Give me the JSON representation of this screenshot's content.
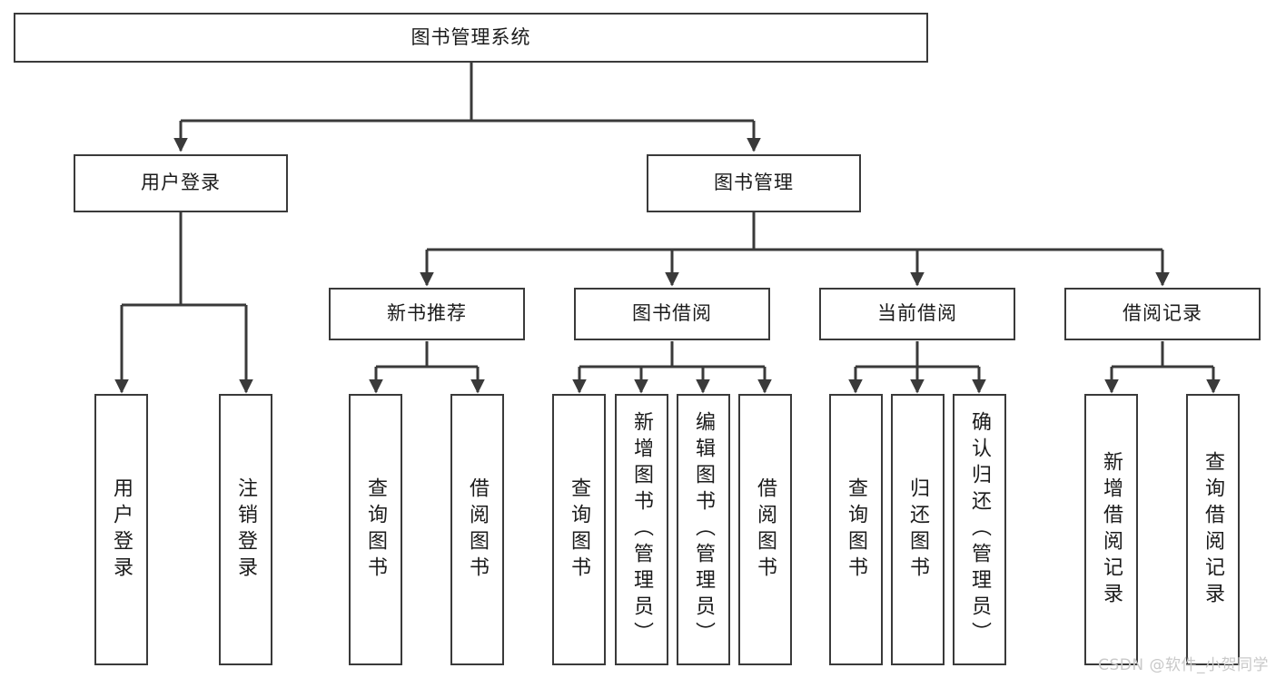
{
  "diagram": {
    "type": "tree-hierarchy",
    "title": "图书管理系统",
    "root": {
      "label": "图书管理系统"
    },
    "level2": [
      {
        "label": "用户登录"
      },
      {
        "label": "图书管理"
      }
    ],
    "level3": [
      {
        "label": "新书推荐"
      },
      {
        "label": "图书借阅"
      },
      {
        "label": "当前借阅"
      },
      {
        "label": "借阅记录"
      }
    ],
    "leaves": {
      "user_login": [
        {
          "label": "用户登录"
        },
        {
          "label": "注销登录"
        }
      ],
      "new_book_recommend": [
        {
          "label": "查询图书"
        },
        {
          "label": "借阅图书"
        }
      ],
      "book_borrow": [
        {
          "label": "查询图书"
        },
        {
          "label": "新增图书（管理员）"
        },
        {
          "label": "编辑图书（管理员）"
        },
        {
          "label": "借阅图书"
        }
      ],
      "current_borrow": [
        {
          "label": "查询图书"
        },
        {
          "label": "归还图书"
        },
        {
          "label": "确认归还（管理员）"
        }
      ],
      "borrow_record": [
        {
          "label": "新增借阅记录"
        },
        {
          "label": "查询借阅记录"
        }
      ]
    }
  },
  "watermark": {
    "text": "CSDN @软件_小贺同学"
  },
  "colors": {
    "border": "#3a3a3a",
    "text": "#1b1b1b",
    "background": "#ffffff",
    "watermark": "#c9c9c9"
  }
}
